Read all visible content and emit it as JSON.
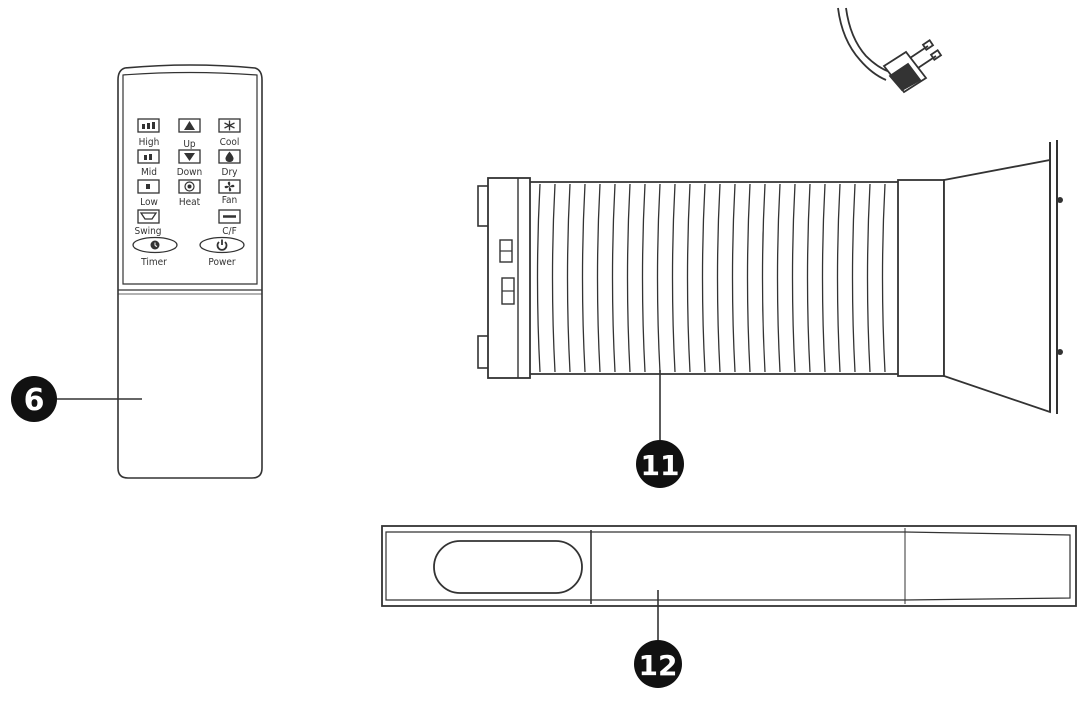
{
  "figure": {
    "parts": [
      {
        "number": "6",
        "name": "remote-control"
      },
      {
        "number": "11",
        "name": "exhaust-hose"
      },
      {
        "number": "12",
        "name": "window-slider-kit"
      }
    ]
  },
  "remote": {
    "buttons": [
      {
        "key": "high",
        "label": "High",
        "glyph": "bars-3"
      },
      {
        "key": "up",
        "label": "Up",
        "glyph": "triangle-up"
      },
      {
        "key": "cool",
        "label": "Cool",
        "glyph": "snowflake"
      },
      {
        "key": "mid",
        "label": "Mid",
        "glyph": "bars-2"
      },
      {
        "key": "down",
        "label": "Down",
        "glyph": "triangle-down"
      },
      {
        "key": "dry",
        "label": "Dry",
        "glyph": "droplet"
      },
      {
        "key": "low",
        "label": "Low",
        "glyph": "bar-1"
      },
      {
        "key": "heat",
        "label": "Heat",
        "glyph": "sun"
      },
      {
        "key": "fan",
        "label": "Fan",
        "glyph": "fan"
      },
      {
        "key": "swing",
        "label": "Swing",
        "glyph": "swing"
      },
      {
        "key": "cf",
        "label": "C/F",
        "glyph": "dash"
      },
      {
        "key": "timer",
        "label": "Timer",
        "glyph": "clock"
      },
      {
        "key": "power",
        "label": "Power",
        "glyph": "power"
      }
    ]
  },
  "colors": {
    "line": "#333333",
    "callout_fill": "#111111"
  }
}
